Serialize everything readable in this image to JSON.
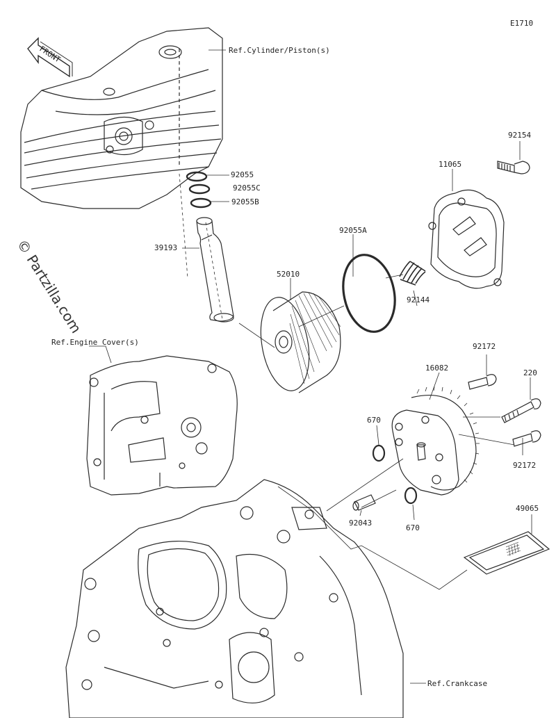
{
  "diagram": {
    "code": "E1710",
    "watermark": "© Partzilla.com",
    "front_label": "FRONT",
    "refs": {
      "cylinder": "Ref.Cylinder/Piston(s)",
      "engine_cover": "Ref.Engine Cover(s)",
      "crankcase": "Ref.Crankcase"
    },
    "parts": {
      "p92055": "92055",
      "p92055C": "92055C",
      "p92055B": "92055B",
      "p39193": "39193",
      "p52010": "52010",
      "p92055A": "92055A",
      "p92144": "92144",
      "p11065": "11065",
      "p92154": "92154",
      "p92172a": "92172",
      "p16082": "16082",
      "p220": "220",
      "p92172b": "92172",
      "p670a": "670",
      "p670b": "670",
      "p92043": "92043",
      "p49065": "49065"
    }
  }
}
